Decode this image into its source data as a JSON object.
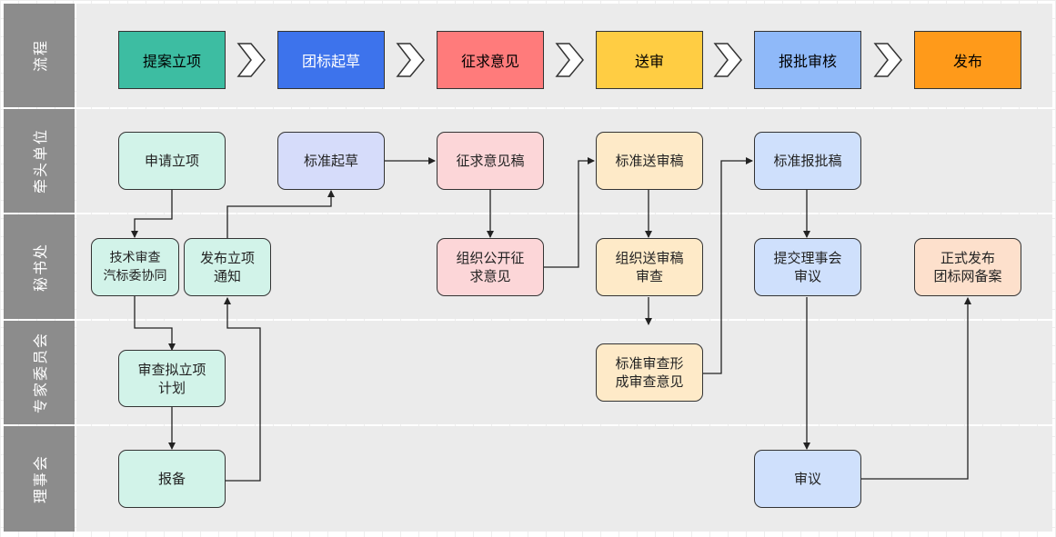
{
  "lanes": {
    "process": "流程",
    "lead_unit": "牵头单位",
    "secretariat": "秘书处",
    "expert_committee": "专家委员会",
    "council": "理事会"
  },
  "stages": [
    {
      "label": "提案立项",
      "color": "#3dbda2"
    },
    {
      "label": "团标起草",
      "color": "#3d73ec"
    },
    {
      "label": "征求意见",
      "color": "#ff7b7b"
    },
    {
      "label": "送审",
      "color": "#ffcd43"
    },
    {
      "label": "报批审核",
      "color": "#8fb9f9"
    },
    {
      "label": "发布",
      "color": "#ff9a1a"
    }
  ],
  "nodes": {
    "apply_project": "申请立项",
    "tech_review": "技术审查\n汽标委协同",
    "publish_notice": "发布立项\n通知",
    "review_plan": "审查拟立项\n计划",
    "filing": "报备",
    "draft_standard": "标准起草",
    "comment_draft": "征求意见稿",
    "organize_comment": "组织公开征\n求意见",
    "submit_draft": "标准送审稿",
    "organize_review": "组织送审稿\n审查",
    "form_opinion": "标准审查形\n成审查意见",
    "approval_draft": "标准报批稿",
    "submit_council": "提交理事会\n审议",
    "deliberate": "审议",
    "official_release": "正式发布\n团标网备案"
  },
  "colors": {
    "mint": "#d2f3e9",
    "lavender": "#d6dcfa",
    "pink": "#fcd6d8",
    "cream": "#feeac8",
    "light_blue": "#cfe0fc",
    "peach": "#fde0cc"
  }
}
